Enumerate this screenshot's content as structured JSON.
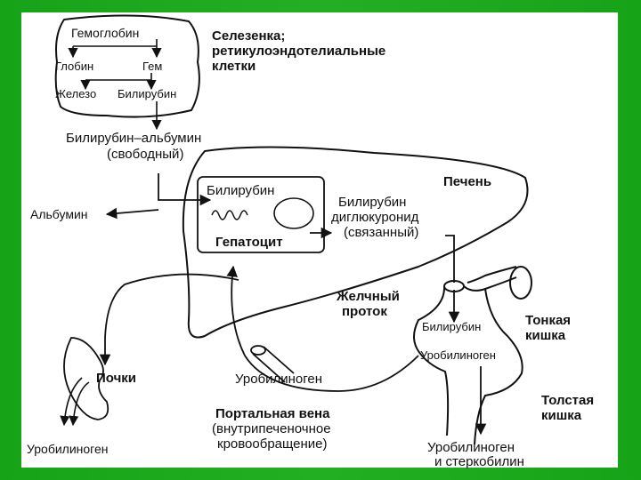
{
  "labels": {
    "hemoglobin": "Гемоглобин",
    "globin": "Глобин",
    "heme": "Гем",
    "iron": "Железо",
    "bilirubin_spleen": "Билирубин",
    "spleen_1": "Селезенка;",
    "spleen_2": "ретикулоэндотелиальные",
    "spleen_3": "клетки",
    "bili_albumin_1": "Билирубин–альбумин",
    "bili_albumin_2": "(свободный)",
    "liver": "Печень",
    "albumin": "Альбумин",
    "bilirubin_cell": "Билирубин",
    "hepatocyte": "Гепатоцит",
    "diglucuronide_1": "Билирубин",
    "diglucuronide_2": "диглюкуронид",
    "diglucuronide_3": "(связанный)",
    "bile_duct_1": "Желчный",
    "bile_duct_2": "проток",
    "bilirubin_gut": "Билирубин",
    "urobilinogen_gut": "Уробилиноген",
    "small_int_1": "Тонкая",
    "small_int_2": "кишка",
    "large_int_1": "Толстая",
    "large_int_2": "кишка",
    "kidneys": "Почки",
    "urobilinogen_portal": "Уробилиноген",
    "portal_1": "Портальная вена",
    "portal_2": "(внутрипеченочное",
    "portal_3": "кровообращение)",
    "urobilinogen_kidney": "Уробилиноген",
    "final_1": "Уробилиноген",
    "final_2": "и стеркобилин"
  }
}
